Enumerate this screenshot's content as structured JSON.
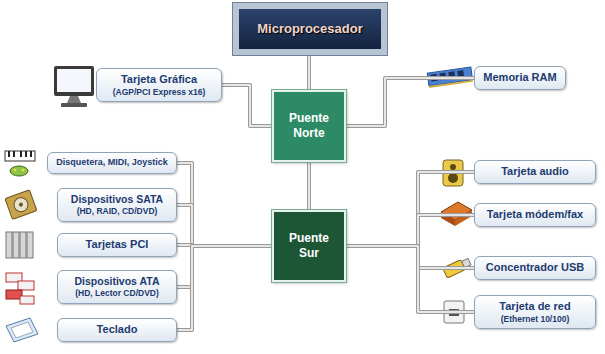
{
  "diagram": {
    "nodes": [
      {
        "text": [
          "Microprocesador"
        ]
      },
      {
        "text": [
          "Tarjeta Gráfica",
          "(AGP/PCI Express x16)"
        ]
      },
      {
        "text": [
          "Puente Norte"
        ]
      },
      {
        "text": [
          "Memoria RAM"
        ]
      },
      {
        "text": [
          "Disquetera, MIDI, Joystick"
        ]
      },
      {
        "text": [
          "Dispositivos SATA",
          "(HD, RAID, CD/DVD)"
        ]
      },
      {
        "text": [
          "Tarjetas PCI"
        ]
      },
      {
        "text": [
          "Dispositivos ATA",
          "(HD, Lector CD/DVD)"
        ]
      },
      {
        "text": [
          "Teclado"
        ]
      },
      {
        "text": [
          "Puente Sur"
        ]
      },
      {
        "text": [
          "Tarjeta audio"
        ]
      },
      {
        "text": [
          "Tarjeta módem/fax"
        ]
      },
      {
        "text": [
          "Concentrador USB"
        ]
      },
      {
        "text": [
          "Tarjeta de red",
          "(Ethernet 10/100)"
        ]
      }
    ],
    "edges": [
      {
        "from": 0,
        "to": 2,
        "arrow": "none"
      },
      {
        "from": 2,
        "to": 1,
        "arrow": "none"
      },
      {
        "from": 2,
        "to": 3,
        "arrow": "none"
      },
      {
        "from": 2,
        "to": 9,
        "arrow": "none"
      },
      {
        "from": 9,
        "to": 4,
        "arrow": "none"
      },
      {
        "from": 9,
        "to": 5,
        "arrow": "none"
      },
      {
        "from": 9,
        "to": 6,
        "arrow": "none"
      },
      {
        "from": 9,
        "to": 7,
        "arrow": "none"
      },
      {
        "from": 9,
        "to": 8,
        "arrow": "none"
      },
      {
        "from": 9,
        "to": 10,
        "arrow": "none"
      },
      {
        "from": 9,
        "to": 11,
        "arrow": "none"
      },
      {
        "from": 9,
        "to": 12,
        "arrow": "none"
      },
      {
        "from": 9,
        "to": 13,
        "arrow": "none"
      }
    ]
  }
}
